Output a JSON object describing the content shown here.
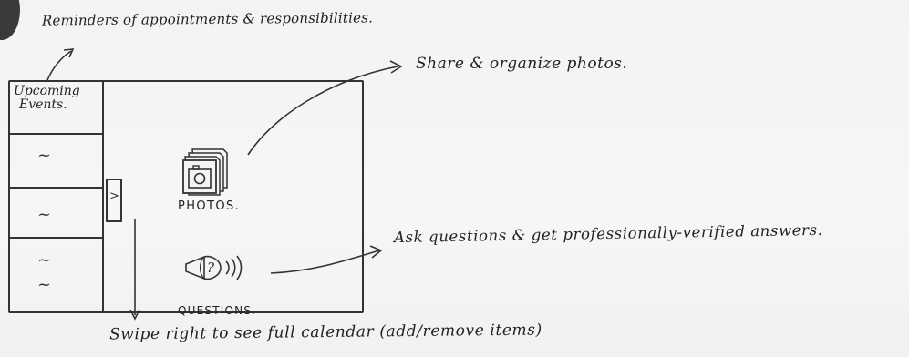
{
  "annotations": {
    "top_note": "Reminders of appointments & responsibilities.",
    "photos_note": "Share & organize photos.",
    "questions_note": "Ask questions & get professionally-verified answers.",
    "bottom_note": "Swipe right to see full calendar (add/remove items)"
  },
  "sidebar": {
    "title_line1": "Upcoming",
    "title_line2": "Events.",
    "items": [
      "~",
      "~",
      "~",
      "~"
    ]
  },
  "main": {
    "photos_label": "PHOTOS.",
    "questions_label": "QUESTIONS.",
    "swipe_handle_icon": "chevron-right-icon",
    "photos_icon": "photo-stack-icon",
    "questions_icon": "megaphone-question-icon"
  }
}
